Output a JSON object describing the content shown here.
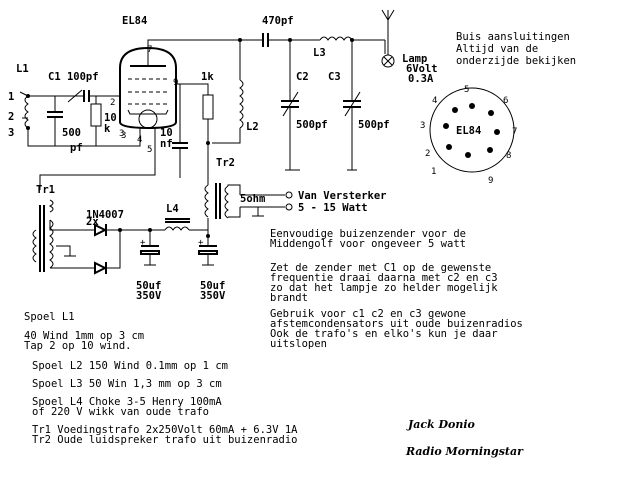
{
  "tube": {
    "name": "EL84",
    "pin7": "7",
    "pin9": "9",
    "pin2": "2",
    "pin3": "3",
    "pin4": "4",
    "pin5": "5"
  },
  "components": {
    "c_out": "470pf",
    "l1": "L1",
    "c1": "C1 100pf",
    "c1_value": "500",
    "c1_unit": "pf",
    "r_grid_a": "10",
    "r_grid_b": "k",
    "l1_taps": [
      "1",
      "2",
      "3"
    ],
    "tap_3b": "3",
    "r_1k": "1k",
    "c_10nf_a": "10",
    "c_10nf_b": "nf",
    "l2": "L2",
    "l3": "L3",
    "c2": "C2",
    "c3": "C3",
    "c2_value": "500pf",
    "c3_value": "500pf",
    "tr2": "Tr2",
    "tr1": "Tr1",
    "diode": "1N4007",
    "diode_count": "2x",
    "l4": "L4",
    "elko1_a": "50uf",
    "elko1_b": "350V",
    "elko2_a": "50uf",
    "elko2_b": "350V",
    "lamp_a": "Lamp",
    "lamp_b": "6Volt",
    "lamp_c": "0.3A",
    "speaker_impedance": "5ohm",
    "amp_a": "Van Versterker",
    "amp_b": "5 - 15 Watt"
  },
  "pinout": {
    "title_a": "Buis aansluitingen",
    "title_b": "Altijd van de",
    "title_c": "onderzijde bekijken",
    "label": "EL84",
    "pins": [
      "1",
      "2",
      "3",
      "4",
      "5",
      "6",
      "7",
      "8",
      "9"
    ]
  },
  "description": [
    "Eenvoudige buizenzender voor de",
    "Middengolf voor ongeveer 5 watt",
    "",
    "Zet de zender met C1 op de gewenste",
    "frequentie draai daarna met c2 en c3",
    "zo dat het lampje zo helder mogelijk",
    "brandt",
    "Gebruik voor c1 c2 en c3 gewone",
    "afstemcondensators uit oude buizenradios",
    "Ook de trafo's en elko's kun je daar",
    "uitslopen"
  ],
  "parts": {
    "l1_title": "Spoel L1",
    "l1_a": "40 Wind 1mm op 3 cm",
    "l1_b": "Tap 2 op 10 wind.",
    "l2": "Spoel L2  150 Wind 0.1mm op 1 cm",
    "l3": "Spoel L3  50 Win 1,3 mm op 3 cm",
    "l4_a": "Spoel L4 Choke 3-5 Henry 100mA",
    "l4_b": "of 220 V wikk van oude trafo",
    "tr1": "Tr1 Voedingstrafo 2x250Volt 60mA + 6.3V 1A",
    "tr2": "Tr2 Oude luidspreker trafo uit buizenradio"
  },
  "author": {
    "name": "Jack Donio",
    "station": "Radio Morningstar"
  }
}
